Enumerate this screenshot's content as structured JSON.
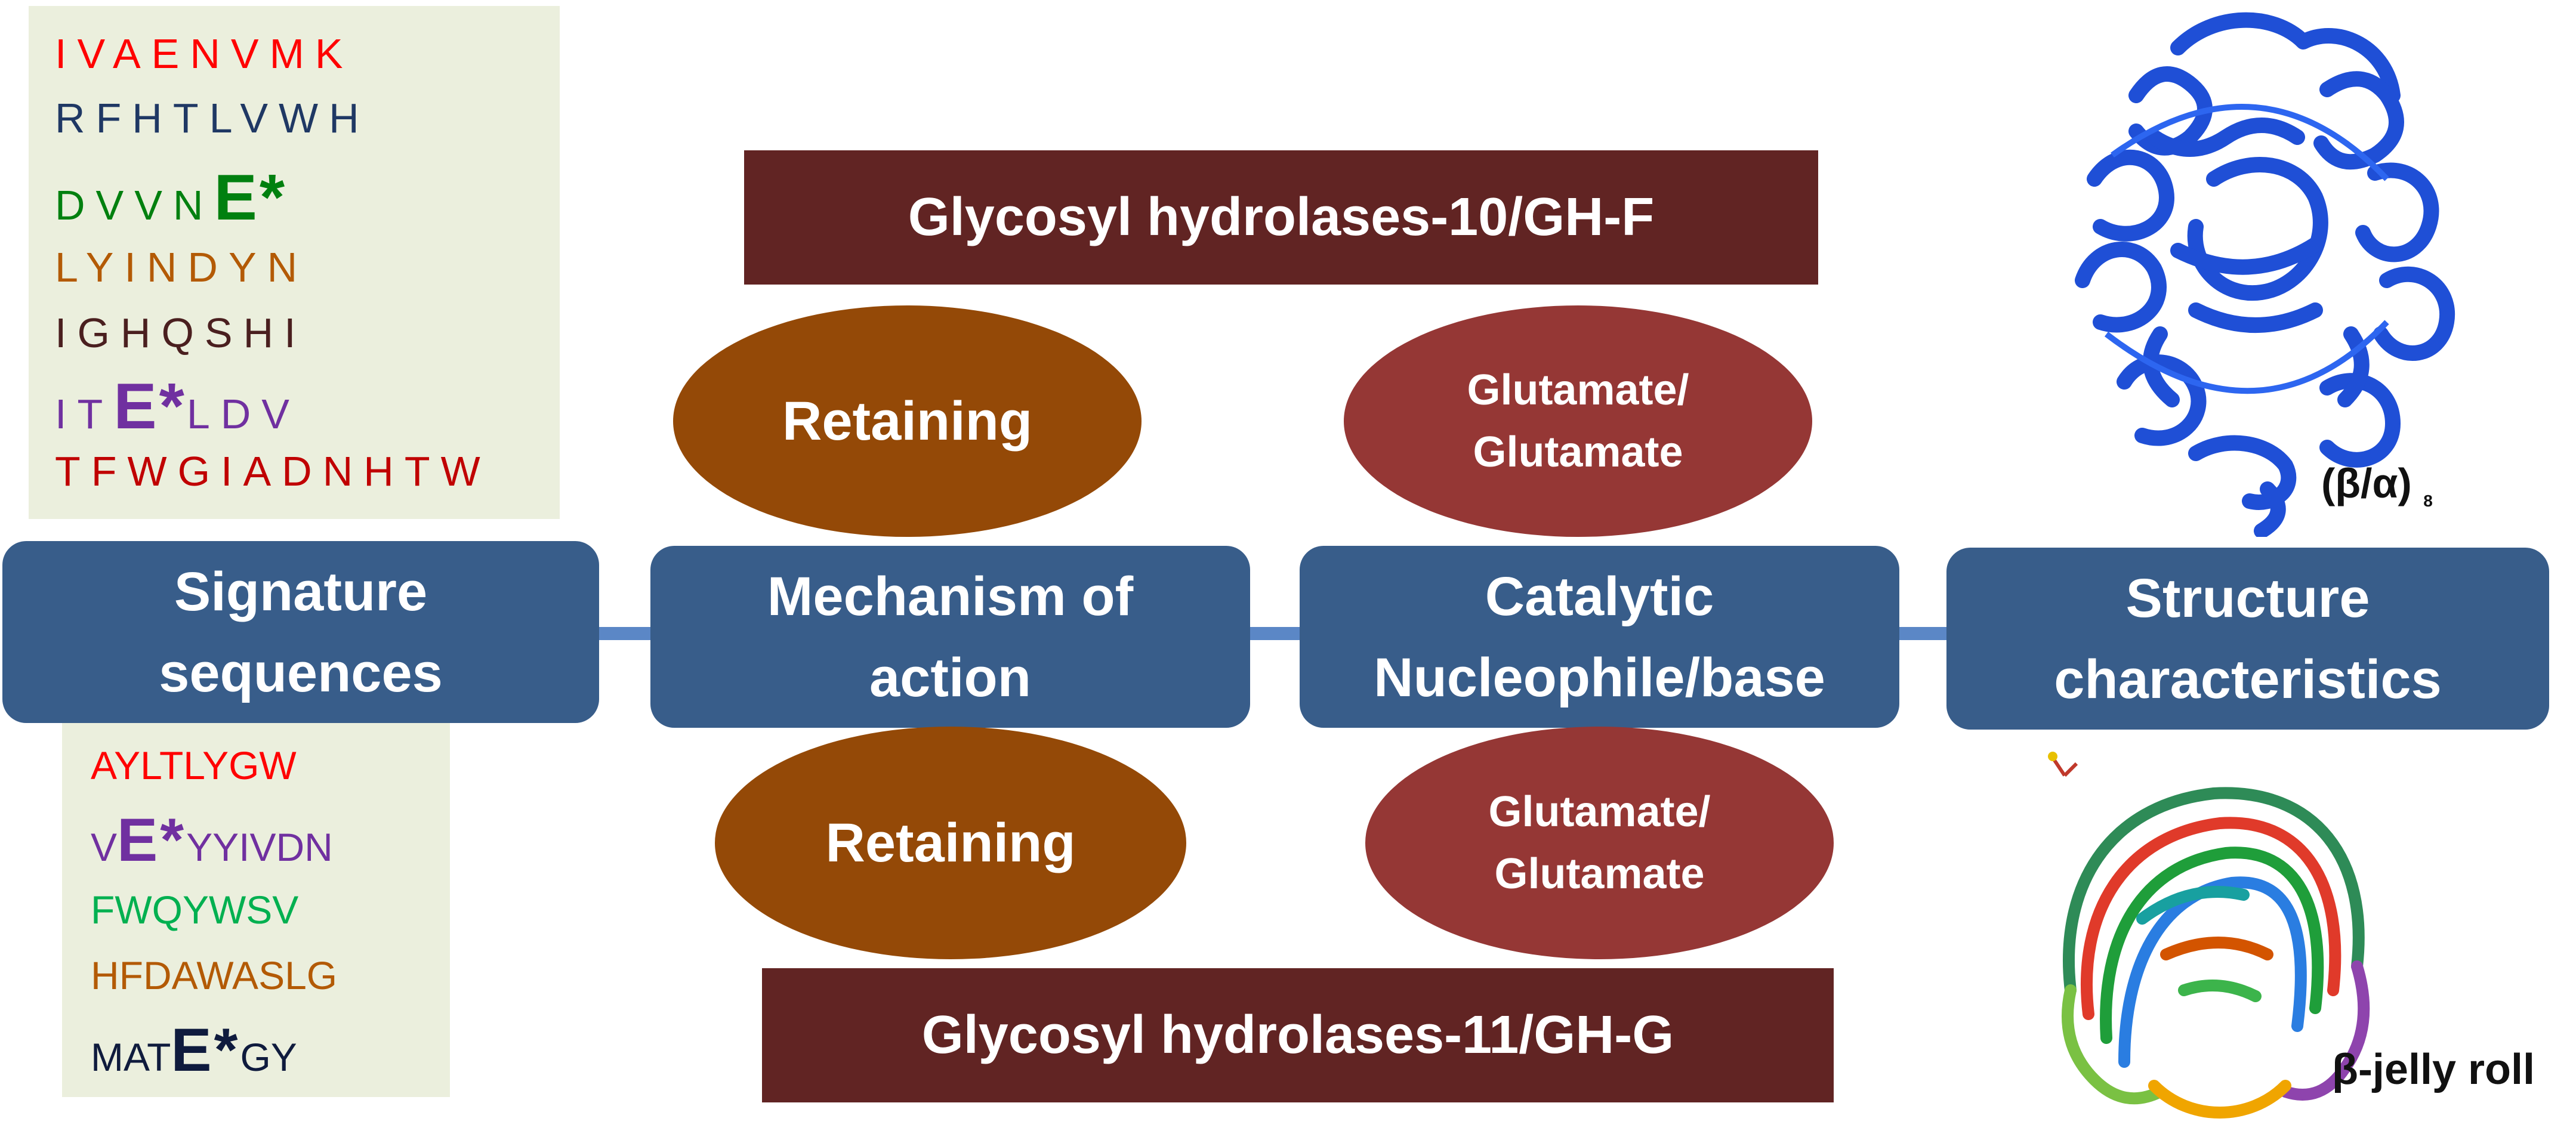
{
  "signature_sequences_top": [
    {
      "text": "IVAENVMK",
      "color": "#ff0000"
    },
    {
      "text": "RFHTLVWH",
      "color": "#1f3864"
    },
    {
      "pre": "DVVN",
      "e": "E*",
      "post": "",
      "color": "#00800f"
    },
    {
      "text": "LYINDYN",
      "color": "#b35a05"
    },
    {
      "text": "IGHQSHI",
      "color": "#4a1f1f"
    },
    {
      "pre": "IT",
      "e": "E*",
      "post": "LDV",
      "color": "#7030a0"
    },
    {
      "text": "TFWGIADNHTW",
      "color": "#c00000"
    }
  ],
  "signature_sequences_bottom": [
    {
      "text": "AYLTLYGW",
      "color": "#ff0000"
    },
    {
      "pre": "V",
      "e": "E*",
      "post": "YYIVDN",
      "color": "#7030a0"
    },
    {
      "text": "FWQYWSV",
      "color": "#00b050"
    },
    {
      "text": "HFDAWASLG",
      "color": "#b35a05"
    },
    {
      "pre": "MAT",
      "e": "E*",
      "post": "GY",
      "color": "#0f1b3d"
    }
  ],
  "categories": [
    {
      "line1": "Signature",
      "line2": "sequences"
    },
    {
      "line1": "Mechanism of",
      "line2": "action"
    },
    {
      "line1": "Catalytic",
      "line2": "Nucleophile/base"
    },
    {
      "line1": "Structure",
      "line2": "characteristics"
    }
  ],
  "families": {
    "gh10": "Glycosyl hydrolases-10/GH-F",
    "gh11": "Glycosyl hydrolases-11/GH-G"
  },
  "mechanism": {
    "top": "Retaining",
    "bottom": "Retaining"
  },
  "nucleophile": {
    "top": {
      "line1": "Glutamate/",
      "line2": "Glutamate"
    },
    "bottom": {
      "line1": "Glutamate/",
      "line2": "Glutamate"
    }
  },
  "structures": {
    "top_label": "(β/α)",
    "top_subscript": "8",
    "bottom_label": "β-jelly roll"
  },
  "colors": {
    "category_box": "#385d8a",
    "connector": "#5b87c6",
    "banner": "#612423",
    "mechanism_ellipse": "#944907",
    "nucleophile_ellipse": "#953735",
    "sequence_panel": "#ebefdd",
    "tim_barrel": "#1f4fd6"
  }
}
